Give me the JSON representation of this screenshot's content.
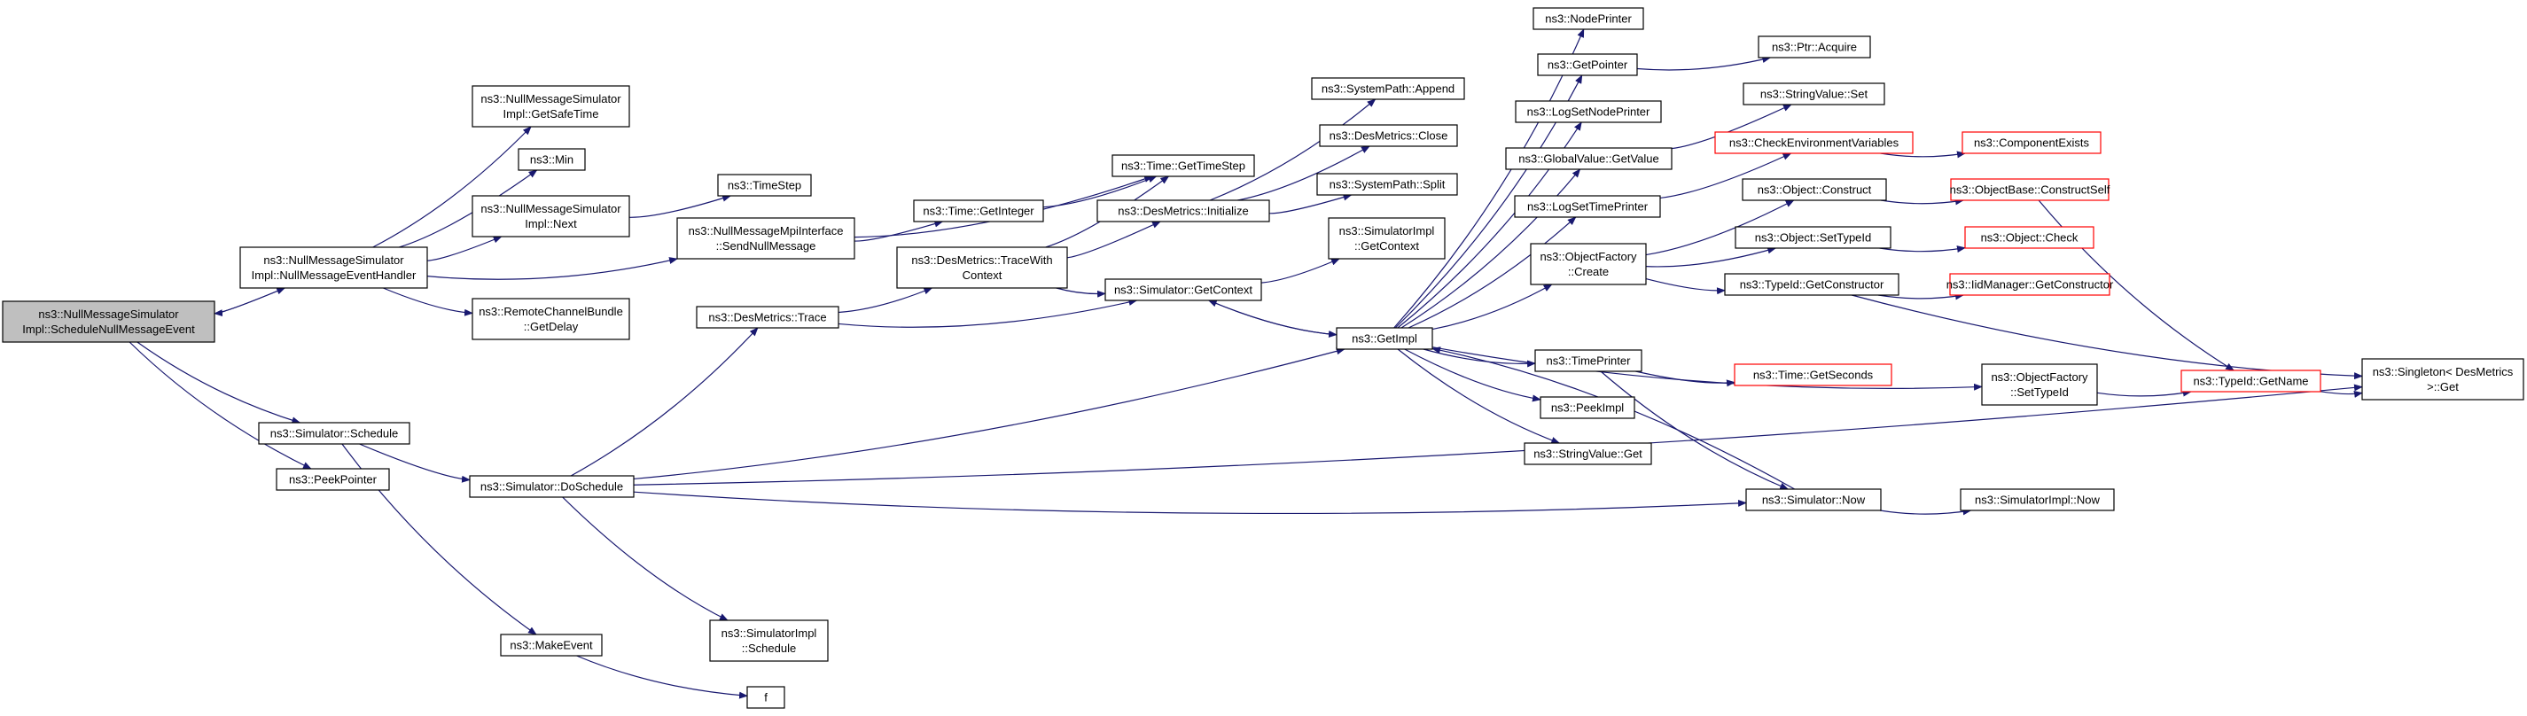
{
  "colors": {
    "edge": "#191970",
    "node_border": "#000000",
    "node_border_unexpanded": "#ff0000",
    "root_fill": "#bfbfbf",
    "node_fill": "#ffffff"
  },
  "nodes": [
    {
      "id": "root",
      "lines": [
        "ns3::NullMessageSimulator",
        "Impl::ScheduleNullMessageEvent"
      ],
      "style": "root"
    },
    {
      "id": "nmeh",
      "lines": [
        "ns3::NullMessageSimulator",
        "Impl::NullMessageEventHandler"
      ]
    },
    {
      "id": "gst",
      "lines": [
        "ns3::NullMessageSimulator",
        "Impl::GetSafeTime"
      ]
    },
    {
      "id": "min",
      "lines": [
        "ns3::Min"
      ]
    },
    {
      "id": "next",
      "lines": [
        "ns3::NullMessageSimulator",
        "Impl::Next"
      ]
    },
    {
      "id": "rcb",
      "lines": [
        "ns3::RemoteChannelBundle",
        "::GetDelay"
      ]
    },
    {
      "id": "tstep",
      "lines": [
        "ns3::TimeStep"
      ]
    },
    {
      "id": "snm",
      "lines": [
        "ns3::NullMessageMpiInterface",
        "::SendNullMessage"
      ]
    },
    {
      "id": "sched",
      "lines": [
        "ns3::Simulator::Schedule"
      ]
    },
    {
      "id": "peekptr",
      "lines": [
        "ns3::PeekPointer"
      ]
    },
    {
      "id": "dmtrace",
      "lines": [
        "ns3::DesMetrics::Trace"
      ]
    },
    {
      "id": "dosched",
      "lines": [
        "ns3::Simulator::DoSchedule"
      ]
    },
    {
      "id": "makeev",
      "lines": [
        "ns3::MakeEvent"
      ]
    },
    {
      "id": "simimplsched",
      "lines": [
        "ns3::SimulatorImpl",
        "::Schedule"
      ]
    },
    {
      "id": "f",
      "lines": [
        "f"
      ]
    },
    {
      "id": "getint",
      "lines": [
        "ns3::Time::GetInteger"
      ]
    },
    {
      "id": "twc",
      "lines": [
        "ns3::DesMetrics::TraceWith",
        "Context"
      ]
    },
    {
      "id": "gettstep",
      "lines": [
        "ns3::Time::GetTimeStep"
      ]
    },
    {
      "id": "dminit",
      "lines": [
        "ns3::DesMetrics::Initialize"
      ]
    },
    {
      "id": "getctx",
      "lines": [
        "ns3::Simulator::GetContext"
      ]
    },
    {
      "id": "spappend",
      "lines": [
        "ns3::SystemPath::Append"
      ]
    },
    {
      "id": "dmclose",
      "lines": [
        "ns3::DesMetrics::Close"
      ]
    },
    {
      "id": "spsplit",
      "lines": [
        "ns3::SystemPath::Split"
      ]
    },
    {
      "id": "simimplctx",
      "lines": [
        "ns3::SimulatorImpl",
        "::GetContext"
      ]
    },
    {
      "id": "getimpl",
      "lines": [
        "ns3::GetImpl"
      ]
    },
    {
      "id": "nodeprinter",
      "lines": [
        "ns3::NodePrinter"
      ]
    },
    {
      "id": "getpointer",
      "lines": [
        "ns3::GetPointer"
      ]
    },
    {
      "id": "logsetnode",
      "lines": [
        "ns3::LogSetNodePrinter"
      ]
    },
    {
      "id": "gvget",
      "lines": [
        "ns3::GlobalValue::GetValue"
      ]
    },
    {
      "id": "logsettime",
      "lines": [
        "ns3::LogSetTimePrinter"
      ]
    },
    {
      "id": "ofcreate",
      "lines": [
        "ns3::ObjectFactory",
        "::Create"
      ]
    },
    {
      "id": "timeprinter",
      "lines": [
        "ns3::TimePrinter"
      ]
    },
    {
      "id": "peekimpl",
      "lines": [
        "ns3::PeekImpl"
      ]
    },
    {
      "id": "svget",
      "lines": [
        "ns3::StringValue::Get"
      ]
    },
    {
      "id": "ptracq",
      "lines": [
        "ns3::Ptr::Acquire"
      ]
    },
    {
      "id": "svset",
      "lines": [
        "ns3::StringValue::Set"
      ]
    },
    {
      "id": "cenv",
      "lines": [
        "ns3::CheckEnvironmentVariables"
      ],
      "style": "red"
    },
    {
      "id": "compex",
      "lines": [
        "ns3::ComponentExists"
      ],
      "style": "red"
    },
    {
      "id": "objconstruct",
      "lines": [
        "ns3::Object::Construct"
      ]
    },
    {
      "id": "objsettid",
      "lines": [
        "ns3::Object::SetTypeId"
      ]
    },
    {
      "id": "tidgetctor",
      "lines": [
        "ns3::TypeId::GetConstructor"
      ]
    },
    {
      "id": "obconstructself",
      "lines": [
        "ns3::ObjectBase::ConstructSelf"
      ],
      "style": "red"
    },
    {
      "id": "objcheck",
      "lines": [
        "ns3::Object::Check"
      ],
      "style": "red"
    },
    {
      "id": "iidmgr",
      "lines": [
        "ns3::IidManager::GetConstructor"
      ],
      "style": "red"
    },
    {
      "id": "timegetsec",
      "lines": [
        "ns3::Time::GetSeconds"
      ],
      "style": "red"
    },
    {
      "id": "simnow",
      "lines": [
        "ns3::Simulator::Now"
      ]
    },
    {
      "id": "simimplnow",
      "lines": [
        "ns3::SimulatorImpl::Now"
      ]
    },
    {
      "id": "ofsettid",
      "lines": [
        "ns3::ObjectFactory",
        "::SetTypeId"
      ]
    },
    {
      "id": "tidgetname",
      "lines": [
        "ns3::TypeId::GetName"
      ],
      "style": "red"
    },
    {
      "id": "singleton",
      "lines": [
        "ns3::Singleton< DesMetrics",
        ">::Get"
      ]
    }
  ],
  "edges": [
    [
      "root",
      "nmeh"
    ],
    [
      "root",
      "sched"
    ],
    [
      "root",
      "peekptr"
    ],
    [
      "nmeh",
      "root"
    ],
    [
      "nmeh",
      "gst"
    ],
    [
      "nmeh",
      "min"
    ],
    [
      "nmeh",
      "next"
    ],
    [
      "nmeh",
      "rcb"
    ],
    [
      "nmeh",
      "snm"
    ],
    [
      "next",
      "tstep"
    ],
    [
      "snm",
      "getint"
    ],
    [
      "snm",
      "gettstep"
    ],
    [
      "getint",
      "gettstep"
    ],
    [
      "sched",
      "dosched"
    ],
    [
      "sched",
      "makeev"
    ],
    [
      "dosched",
      "dmtrace"
    ],
    [
      "dosched",
      "simimplsched"
    ],
    [
      "dosched",
      "getimpl"
    ],
    [
      "dosched",
      "simnow"
    ],
    [
      "dosched",
      "singleton"
    ],
    [
      "dmtrace",
      "twc"
    ],
    [
      "dmtrace",
      "getctx"
    ],
    [
      "twc",
      "gettstep"
    ],
    [
      "twc",
      "dminit"
    ],
    [
      "twc",
      "getctx"
    ],
    [
      "dminit",
      "spappend"
    ],
    [
      "dminit",
      "dmclose"
    ],
    [
      "dminit",
      "spsplit"
    ],
    [
      "getctx",
      "simimplctx"
    ],
    [
      "getctx",
      "getimpl"
    ],
    [
      "makeev",
      "f"
    ],
    [
      "getimpl",
      "getctx"
    ],
    [
      "getimpl",
      "nodeprinter"
    ],
    [
      "getimpl",
      "getpointer"
    ],
    [
      "getimpl",
      "logsetnode"
    ],
    [
      "getimpl",
      "gvget"
    ],
    [
      "getimpl",
      "logsettime"
    ],
    [
      "getimpl",
      "ofcreate"
    ],
    [
      "getimpl",
      "timeprinter"
    ],
    [
      "getimpl",
      "peekimpl"
    ],
    [
      "getimpl",
      "svget"
    ],
    [
      "getimpl",
      "ofsettid"
    ],
    [
      "getpointer",
      "ptracq"
    ],
    [
      "gvget",
      "svset"
    ],
    [
      "logsettime",
      "cenv"
    ],
    [
      "cenv",
      "compex"
    ],
    [
      "ofcreate",
      "objconstruct"
    ],
    [
      "ofcreate",
      "objsettid"
    ],
    [
      "ofcreate",
      "tidgetctor"
    ],
    [
      "objconstruct",
      "obconstructself"
    ],
    [
      "objsettid",
      "objcheck"
    ],
    [
      "tidgetctor",
      "iidmgr"
    ],
    [
      "tidgetctor",
      "singleton"
    ],
    [
      "obconstructself",
      "tidgetname"
    ],
    [
      "timeprinter",
      "timegetsec"
    ],
    [
      "timeprinter",
      "simnow"
    ],
    [
      "simnow",
      "getimpl"
    ],
    [
      "simnow",
      "simimplnow"
    ],
    [
      "ofsettid",
      "tidgetname"
    ],
    [
      "tidgetname",
      "singleton"
    ]
  ]
}
